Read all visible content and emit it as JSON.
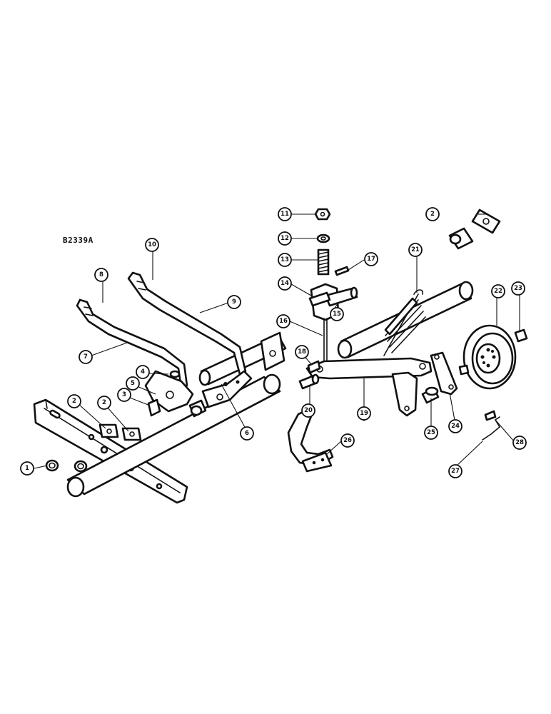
{
  "figure_code": "B2339A",
  "callouts": [
    {
      "id": "c1",
      "label": "1"
    },
    {
      "id": "c2a",
      "label": "2"
    },
    {
      "id": "c2b",
      "label": "2"
    },
    {
      "id": "c2c",
      "label": "2"
    },
    {
      "id": "c3",
      "label": "3"
    },
    {
      "id": "c4",
      "label": "4"
    },
    {
      "id": "c5",
      "label": "5"
    },
    {
      "id": "c6",
      "label": "6"
    },
    {
      "id": "c7",
      "label": "7"
    },
    {
      "id": "c8",
      "label": "8"
    },
    {
      "id": "c9",
      "label": "9"
    },
    {
      "id": "c10",
      "label": "10"
    },
    {
      "id": "c11",
      "label": "11"
    },
    {
      "id": "c12",
      "label": "12"
    },
    {
      "id": "c13",
      "label": "13"
    },
    {
      "id": "c14",
      "label": "14"
    },
    {
      "id": "c15",
      "label": "15"
    },
    {
      "id": "c16",
      "label": "16"
    },
    {
      "id": "c17",
      "label": "17"
    },
    {
      "id": "c18",
      "label": "18"
    },
    {
      "id": "c19",
      "label": "19"
    },
    {
      "id": "c20",
      "label": "20"
    },
    {
      "id": "c21",
      "label": "21"
    },
    {
      "id": "c22",
      "label": "22"
    },
    {
      "id": "c23",
      "label": "23"
    },
    {
      "id": "c24",
      "label": "24"
    },
    {
      "id": "c25",
      "label": "25"
    },
    {
      "id": "c26",
      "label": "26"
    },
    {
      "id": "c27",
      "label": "27"
    },
    {
      "id": "c28",
      "label": "28"
    }
  ]
}
